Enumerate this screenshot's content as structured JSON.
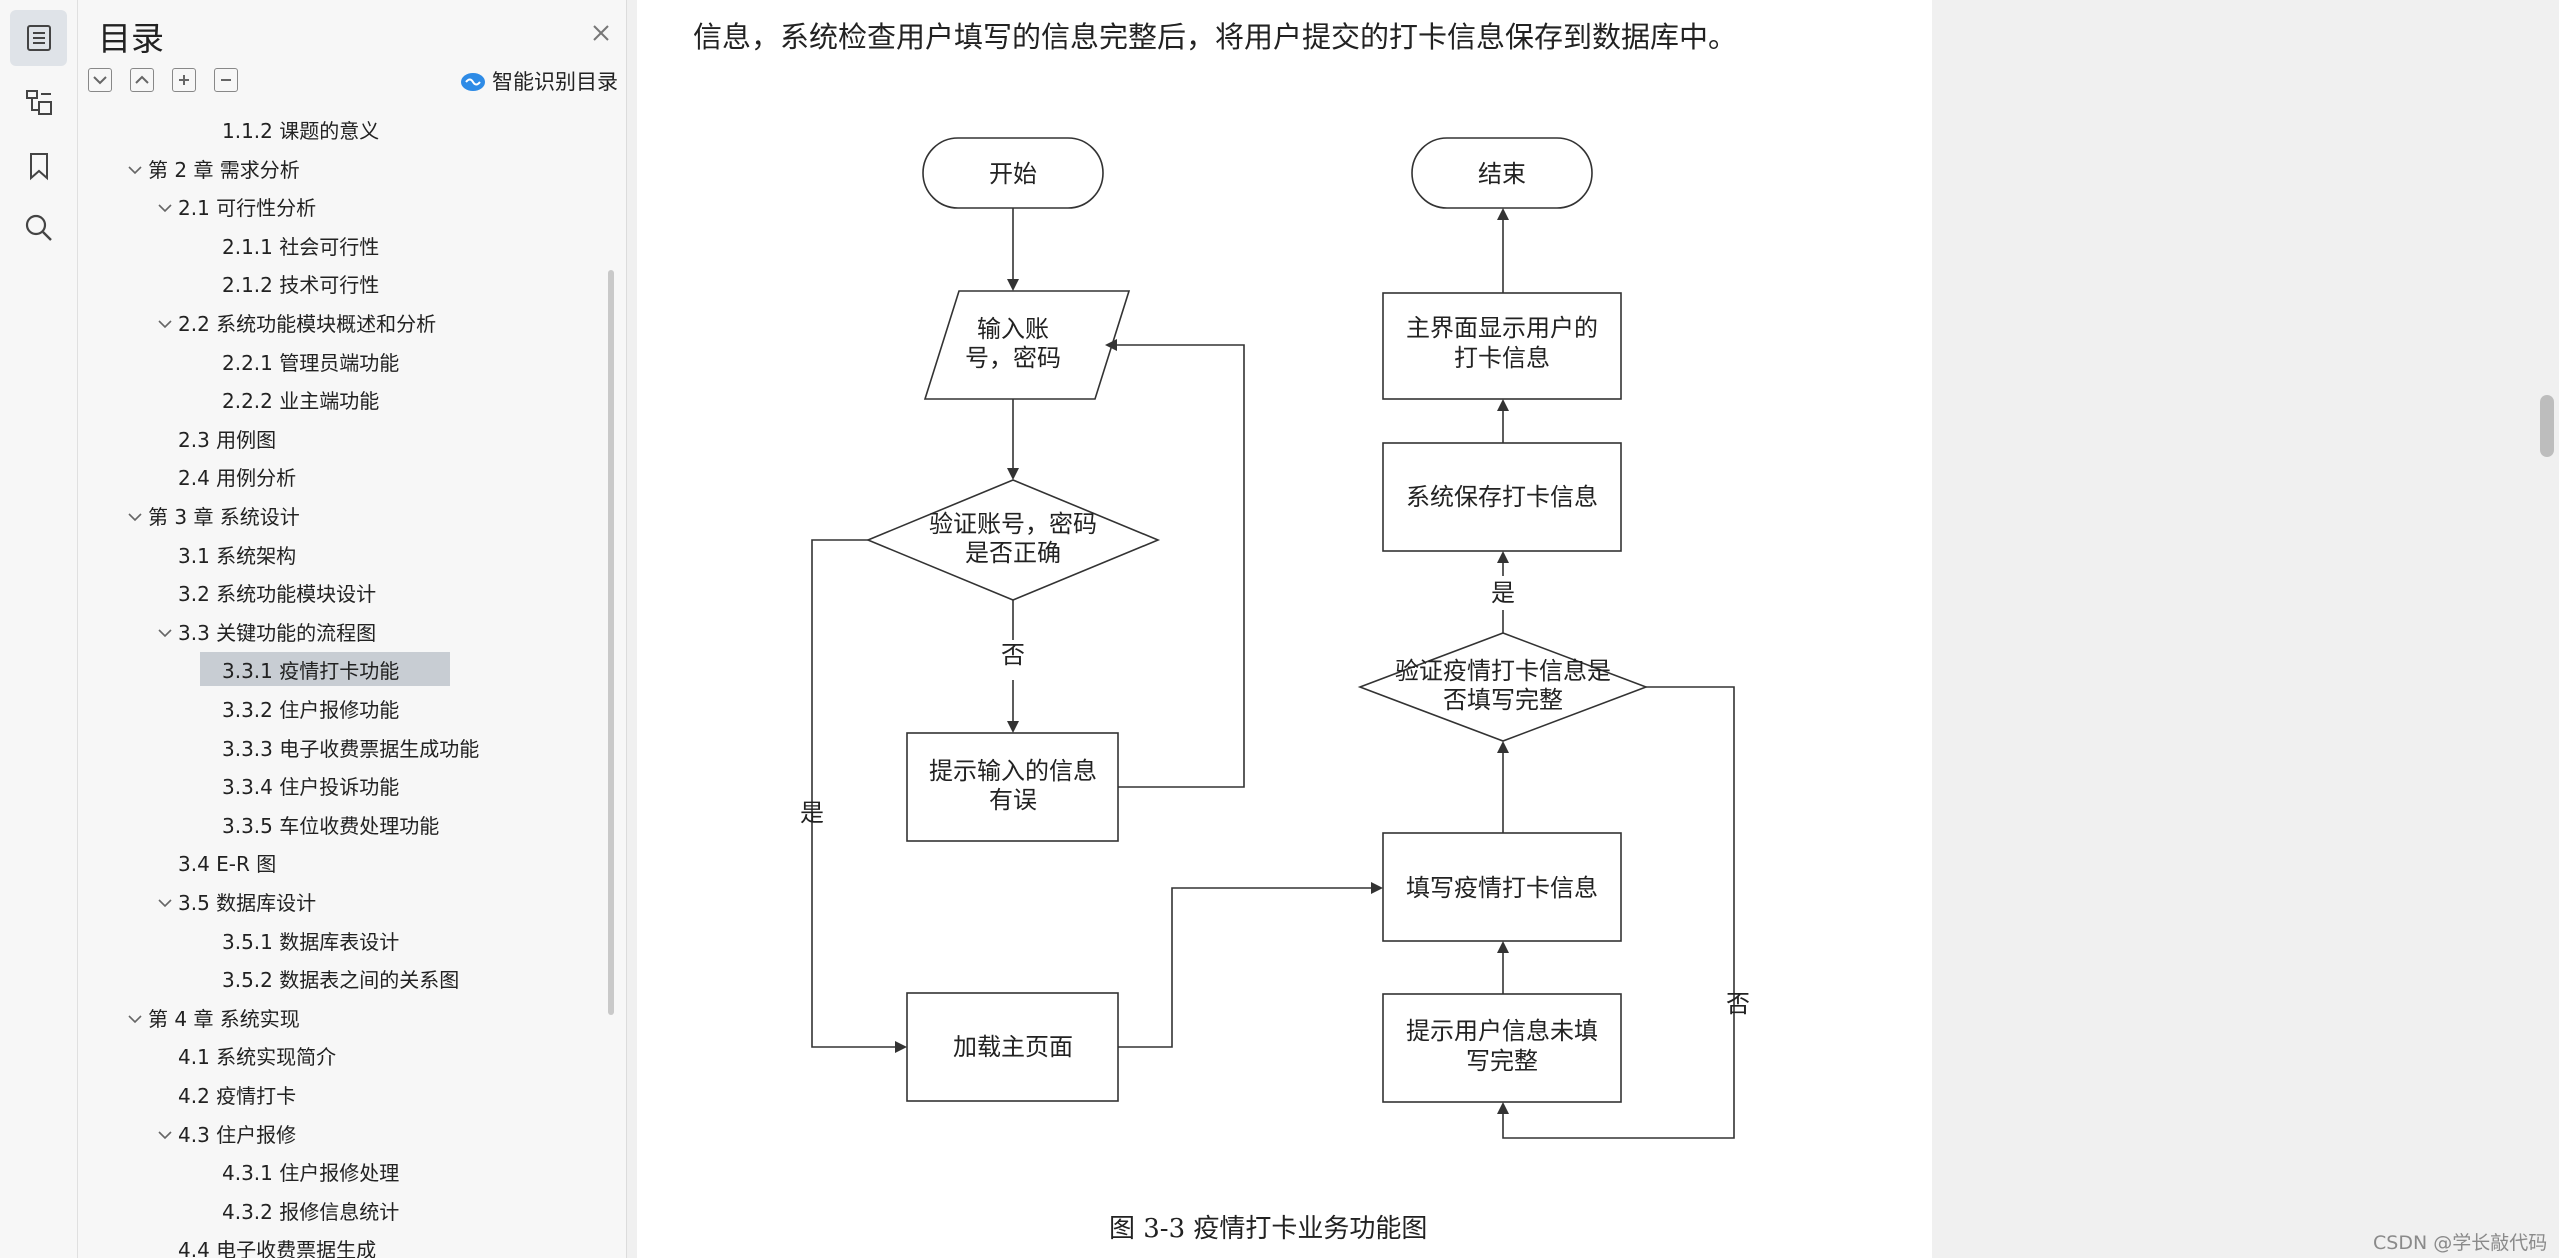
{
  "sidebar": {
    "toc_icon": "toc-list-icon",
    "tree_icon": "outline-tree-icon",
    "bookmark_icon": "bookmark-icon",
    "search_icon": "search-icon"
  },
  "toc": {
    "title": "目录",
    "ai_label": "智能识别目录",
    "items": [
      {
        "label": "1.1.2 课题的意义",
        "indent": 3,
        "chev": ""
      },
      {
        "label": "第 2 章  需求分析",
        "indent": 1,
        "chev": "v"
      },
      {
        "label": "2.1  可行性分析",
        "indent": 2,
        "chev": "v"
      },
      {
        "label": "2.1.1  社会可行性",
        "indent": 3,
        "chev": ""
      },
      {
        "label": "2.1.2  技术可行性",
        "indent": 3,
        "chev": ""
      },
      {
        "label": "2.2  系统功能模块概述和分析",
        "indent": 2,
        "chev": "v"
      },
      {
        "label": "2.2.1 管理员端功能",
        "indent": 3,
        "chev": ""
      },
      {
        "label": "2.2.2 业主端功能",
        "indent": 3,
        "chev": ""
      },
      {
        "label": "2.3  用例图",
        "indent": 2,
        "chev": ""
      },
      {
        "label": "2.4  用例分析",
        "indent": 2,
        "chev": ""
      },
      {
        "label": "第 3 章  系统设计",
        "indent": 1,
        "chev": "v"
      },
      {
        "label": "3.1  系统架构",
        "indent": 2,
        "chev": ""
      },
      {
        "label": "3.2  系统功能模块设计",
        "indent": 2,
        "chev": ""
      },
      {
        "label": "3.3  关键功能的流程图",
        "indent": 2,
        "chev": "v"
      },
      {
        "label": "3.3.1  疫情打卡功能",
        "indent": 3,
        "chev": "",
        "selected": true
      },
      {
        "label": "3.3.2  住户报修功能",
        "indent": 3,
        "chev": ""
      },
      {
        "label": "3.3.3  电子收费票据生成功能",
        "indent": 3,
        "chev": ""
      },
      {
        "label": "3.3.4  住户投诉功能",
        "indent": 3,
        "chev": ""
      },
      {
        "label": "3.3.5  车位收费处理功能",
        "indent": 3,
        "chev": ""
      },
      {
        "label": "3.4 E-R 图",
        "indent": 2,
        "chev": ""
      },
      {
        "label": "3.5  数据库设计",
        "indent": 2,
        "chev": "v"
      },
      {
        "label": "3.5.1  数据库表设计",
        "indent": 3,
        "chev": ""
      },
      {
        "label": "3.5.2  数据表之间的关系图",
        "indent": 3,
        "chev": ""
      },
      {
        "label": "第 4 章  系统实现",
        "indent": 1,
        "chev": "v"
      },
      {
        "label": "4.1  系统实现简介",
        "indent": 2,
        "chev": ""
      },
      {
        "label": "4.2  疫情打卡",
        "indent": 2,
        "chev": ""
      },
      {
        "label": "4.3  住户报修",
        "indent": 2,
        "chev": "v"
      },
      {
        "label": "4.3.1  住户报修处理",
        "indent": 3,
        "chev": ""
      },
      {
        "label": "4.3.2  报修信息统计",
        "indent": 3,
        "chev": ""
      },
      {
        "label": "4.4  电子收费票据生成",
        "indent": 2,
        "chev": ""
      }
    ]
  },
  "document": {
    "paragraph": "信息，系统检查用户填写的信息完整后，将用户提交的打卡信息保存到数据库中。",
    "caption": "图 3-3  疫情打卡业务功能图",
    "flow": {
      "start": "开始",
      "end": "结束",
      "input_line1": "输入账",
      "input_line2": "号，密码",
      "verify_line1": "验证账号，密码",
      "verify_line2": "是否正确",
      "no1": "否",
      "yes1": "是",
      "error_line1": "提示输入的信息",
      "error_line2": "有误",
      "load_main": "加载主页面",
      "fill_info": "填写疫情打卡信息",
      "verify2_line1": "验证疫情打卡信息是",
      "verify2_line2": "否填写完整",
      "yes2": "是",
      "no2": "否",
      "save_info": "系统保存打卡信息",
      "show_line1": "主界面显示用户的",
      "show_line2": "打卡信息",
      "incomplete_line1": "提示用户信息未填",
      "incomplete_line2": "写完整"
    }
  },
  "watermark": "CSDN @学长敲代码"
}
